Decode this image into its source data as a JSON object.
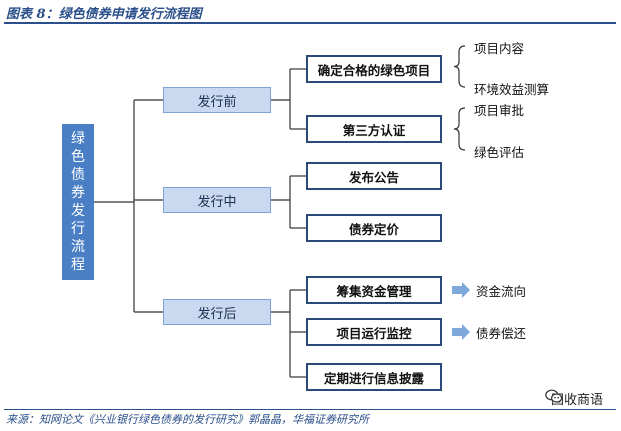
{
  "header": {
    "title": "图表 8：绿色债券申请发行流程图"
  },
  "colors": {
    "title_blue": "#2a4f8a",
    "root_fill": "#4a7fc5",
    "phase_fill": "#c9d9ef",
    "arrow_fill": "#7fa8db",
    "box_border": "#2b4a7a"
  },
  "diagram": {
    "root": "绿色债券发行流程",
    "phases": [
      {
        "label": "发行前",
        "tasks": [
          {
            "label": "确定合格的绿色项目",
            "details": [
              "项目内容",
              "环境效益测算"
            ]
          },
          {
            "label": "第三方认证",
            "details": [
              "项目审批",
              "绿色评估"
            ]
          }
        ]
      },
      {
        "label": "发行中",
        "tasks": [
          {
            "label": "发布公告"
          },
          {
            "label": "债券定价"
          }
        ]
      },
      {
        "label": "发行后",
        "tasks": [
          {
            "label": "筹集资金管理",
            "outcome": "资金流向"
          },
          {
            "label": "项目运行监控",
            "outcome": "债券偿还"
          },
          {
            "label": "定期进行信息披露"
          }
        ]
      }
    ]
  },
  "footer": {
    "source": "来源：知网论文《兴业银行绿色债券的发行研究》郭晶晶，华福证券研究所",
    "watermark": "固收商语",
    "watermark_icon": "wechat-icon"
  }
}
